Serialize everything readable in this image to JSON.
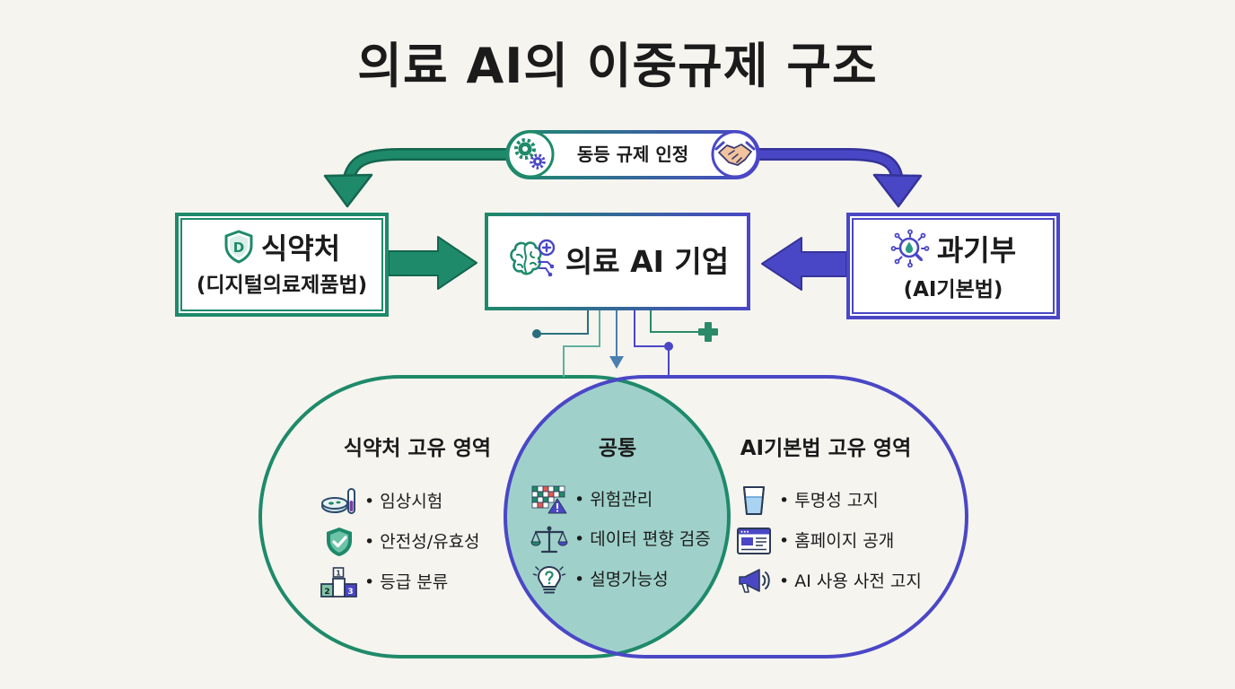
{
  "title": "의료 AI의 이중규제 구조",
  "colors": {
    "green": "#1e8a6a",
    "purple": "#4a47c6",
    "overlap_fill": "#9fd1ca",
    "background": "#f5f4ef",
    "text": "#1b1b1b"
  },
  "mutual_recognition": {
    "label": "동등 규제 인정",
    "left_icon": "gears-icon",
    "right_icon": "handshake-icon"
  },
  "regulators": {
    "mfds": {
      "name": "식약처",
      "law": "(디지털의료제품법)",
      "icon": "shield-icon",
      "icon_letter": "D"
    },
    "msit": {
      "name": "과기부",
      "law": "(AI기본법)",
      "icon": "ai-magnifier-icon"
    }
  },
  "company": {
    "name": "의료 AI 기업",
    "icon": "brain-plus-icon"
  },
  "venn": {
    "left": {
      "heading": "식약처 고유 영역",
      "items": [
        {
          "label": "임상시험",
          "icon": "petri-dish-icon"
        },
        {
          "label": "안전성/유효성",
          "icon": "shield-check-icon"
        },
        {
          "label": "등급 분류",
          "icon": "podium-icon",
          "icon_digits": [
            "1",
            "2",
            "3"
          ]
        }
      ]
    },
    "common": {
      "heading": "공통",
      "items": [
        {
          "label": "위험관리",
          "icon": "risk-matrix-icon"
        },
        {
          "label": "데이터 편향 검증",
          "icon": "scale-icon"
        },
        {
          "label": "설명가능성",
          "icon": "lightbulb-question-icon"
        }
      ]
    },
    "right": {
      "heading": "AI기본법 고유 영역",
      "items": [
        {
          "label": "투명성 고지",
          "icon": "glass-icon"
        },
        {
          "label": "홈페이지 공개",
          "icon": "webpage-icon"
        },
        {
          "label": "AI 사용 사전 고지",
          "icon": "megaphone-icon"
        }
      ]
    }
  }
}
